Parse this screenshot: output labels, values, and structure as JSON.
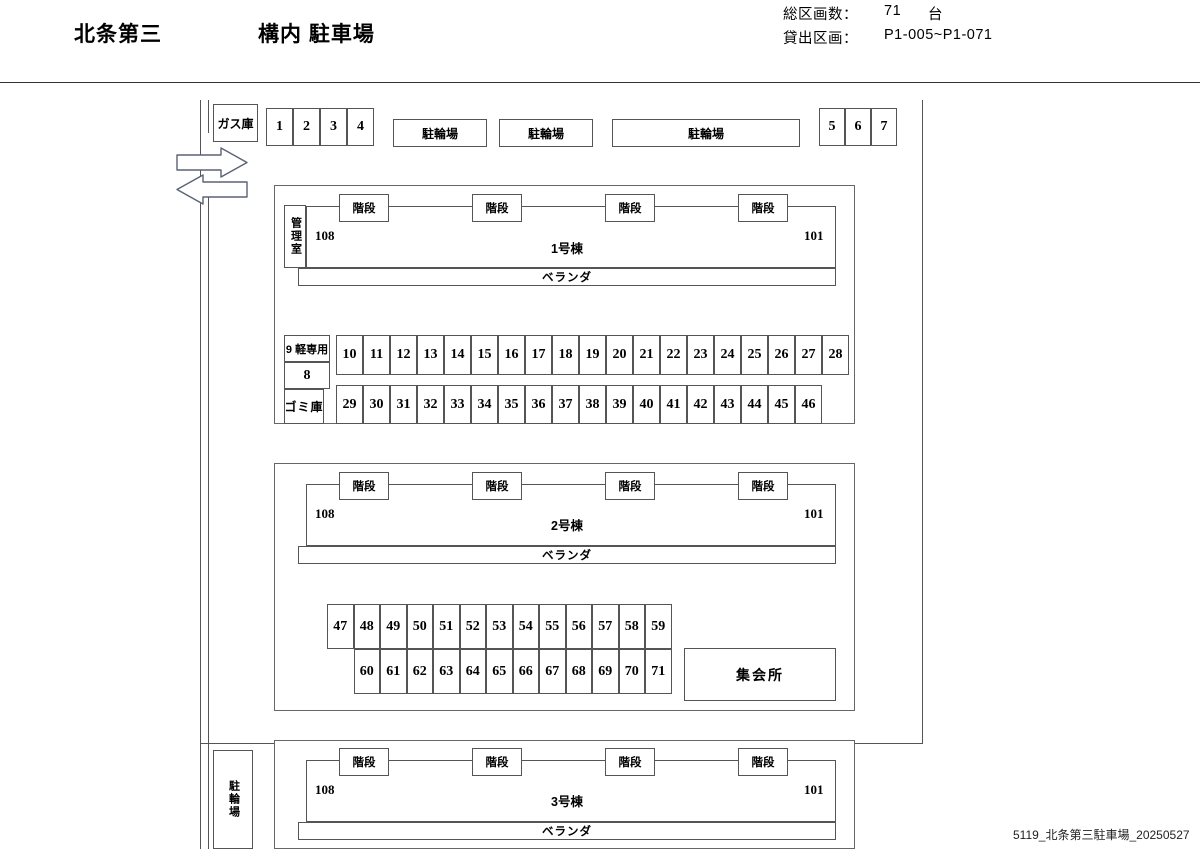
{
  "header": {
    "estate_name": "北条第三",
    "facility_name": "構内 駐車場",
    "total_label": "総区画数：",
    "total_value": "71",
    "total_unit": "台",
    "range_label": "貸出区画：",
    "range_value": "P1-005~P1-071"
  },
  "labels": {
    "gas_storage": "ガス庫",
    "bicycle_parking": "駐輪場",
    "stairs": "階段",
    "veranda": "ベランダ",
    "management_office": "管理室",
    "trash_storage": "ゴミ庫",
    "light_car_only": "9 軽専用",
    "light_car_stall": "8",
    "community_hall": "集会所"
  },
  "buildings": [
    {
      "name": "1号棟",
      "left_room": "108",
      "right_room": "101"
    },
    {
      "name": "2号棟",
      "left_room": "108",
      "right_room": "101"
    },
    {
      "name": "3号棟",
      "left_room": "108",
      "right_room": "101"
    }
  ],
  "bike_lots_top": [
    "駐輪場",
    "駐輪場",
    "駐輪場"
  ],
  "bike_lot_left_bottom": "駐輪場",
  "stalls": {
    "top_left_group": [
      "1",
      "2",
      "3",
      "4"
    ],
    "top_right_group": [
      "5",
      "6",
      "7"
    ],
    "block1_row1": [
      "10",
      "11",
      "12",
      "13",
      "14",
      "15",
      "16",
      "17",
      "18",
      "19",
      "20",
      "21",
      "22",
      "23",
      "24",
      "25",
      "26",
      "27",
      "28"
    ],
    "block1_row2": [
      "29",
      "30",
      "31",
      "32",
      "33",
      "34",
      "35",
      "36",
      "37",
      "38",
      "39",
      "40",
      "41",
      "42",
      "43",
      "44",
      "45",
      "46"
    ],
    "block2_row1": [
      "47",
      "48",
      "49",
      "50",
      "51",
      "52",
      "53",
      "54",
      "55",
      "56",
      "57",
      "58",
      "59"
    ],
    "block2_row2": [
      "60",
      "61",
      "62",
      "63",
      "64",
      "65",
      "66",
      "67",
      "68",
      "69",
      "70",
      "71"
    ]
  },
  "footer": {
    "file_note": "5119_北条第三駐車場_20250527"
  },
  "colors": {
    "line": "#555555",
    "rule": "#333333",
    "arrow_stroke": "#5a6275",
    "background": "#ffffff"
  }
}
